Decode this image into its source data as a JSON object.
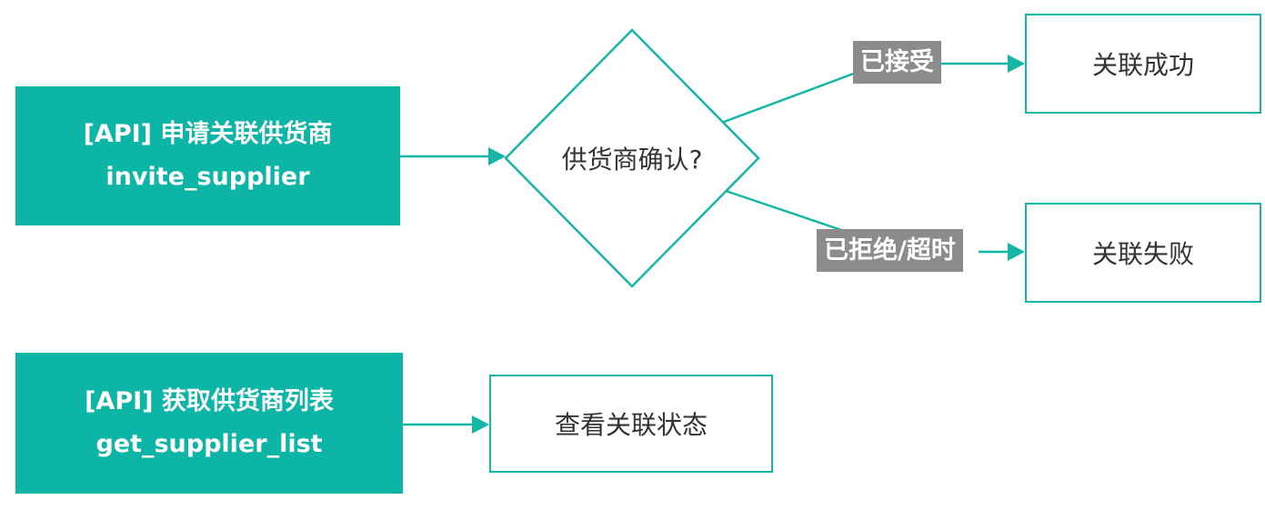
{
  "diagram": {
    "title": "supplier-association-flowchart",
    "colors": {
      "node_fill": "#0db5a6",
      "stroke": "#16b6a7",
      "label_bg": "#8c8c8c",
      "label_text": "#ffffff",
      "node_text": "#ffffff",
      "dark_text": "#333333",
      "background": "#ffffff"
    },
    "flow1": {
      "api_node": {
        "title": "[API] 申请关联供货商",
        "subtitle": "invite_supplier"
      },
      "decision_node": {
        "label": "供货商确认?"
      },
      "branches": [
        {
          "condition": "已接受",
          "result": "关联成功"
        },
        {
          "condition": "已拒绝/超时",
          "result": "关联失败"
        }
      ]
    },
    "flow2": {
      "api_node": {
        "title": "[API] 获取供货商列表",
        "subtitle": "get_supplier_list"
      },
      "result_node": {
        "label": "查看关联状态"
      }
    }
  }
}
